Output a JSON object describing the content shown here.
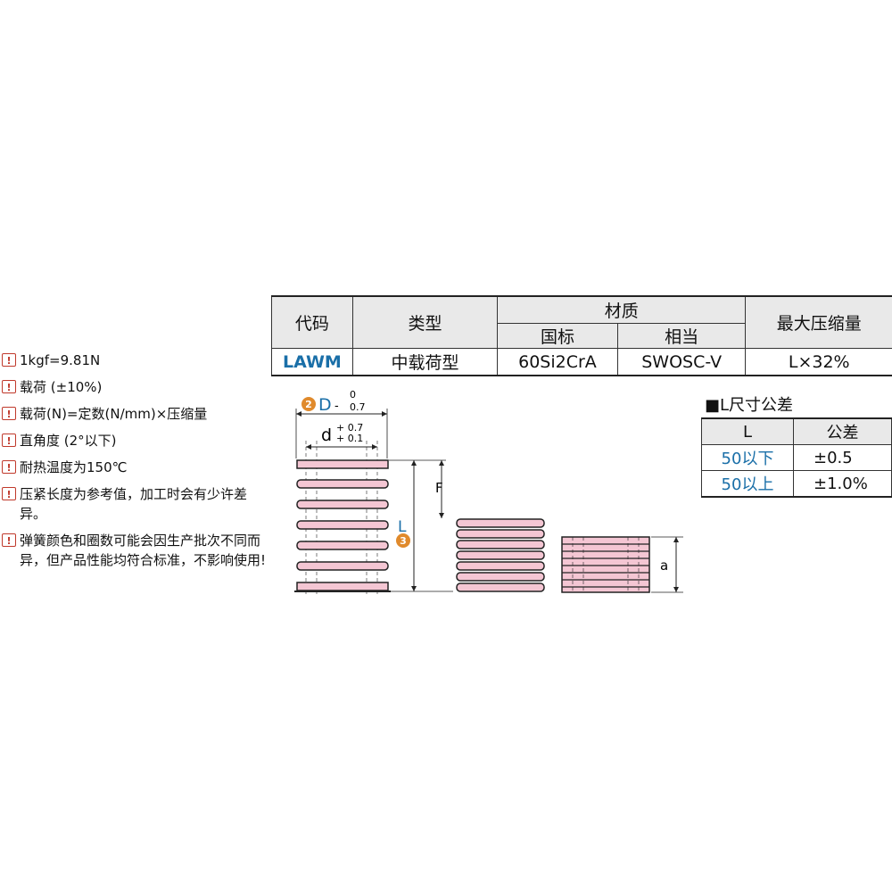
{
  "notes": [
    {
      "icon": "warning-icon",
      "text": "1kgf=9.81N"
    },
    {
      "icon": "warning-icon",
      "text": "载荷 (±10%)"
    },
    {
      "icon": "warning-icon",
      "text": "载荷(N)=定数(N/mm)×压缩量"
    },
    {
      "icon": "warning-icon",
      "text": "直角度 (2°以下)"
    },
    {
      "icon": "warning-icon",
      "text": "耐热温度为150℃"
    },
    {
      "icon": "warning-icon",
      "text": "压紧长度为参考值，加工时会有少许差异。"
    },
    {
      "icon": "warning-icon",
      "text": "弹簧颜色和圈数可能会因生产批次不同而异，但产品性能均符合标准，不影响使用!"
    }
  ],
  "spec_table": {
    "headers": {
      "code": "代码",
      "type": "类型",
      "material": "材质",
      "gb": "国标",
      "equivalent": "相当",
      "max_compression": "最大压缩量"
    },
    "row": {
      "code": "LAWM",
      "type": "中载荷型",
      "gb": "60Si2CrA",
      "equivalent": "SWOSC-V",
      "max_compression": "L×32%"
    }
  },
  "tolerance": {
    "title": "■L尺寸公差",
    "headers": {
      "l": "L",
      "tol": "公差"
    },
    "rows": [
      {
        "l": "50以下",
        "tol": "±0.5"
      },
      {
        "l": "50以上",
        "tol": "±1.0%"
      }
    ]
  },
  "drawing": {
    "D": {
      "num": "2",
      "label": "D",
      "tol_upper": "0",
      "tol_lower": "0.7",
      "sign": "-"
    },
    "d": {
      "label": "d",
      "tol_upper": "+ 0.7",
      "tol_lower": "+ 0.1"
    },
    "L": {
      "num": "3",
      "label": "L"
    },
    "F": "F",
    "a": "a",
    "colors": {
      "coil": "#f4c6d3",
      "outline": "#222222",
      "marker": "#e08a2c",
      "label": "#1a6fa8"
    }
  }
}
